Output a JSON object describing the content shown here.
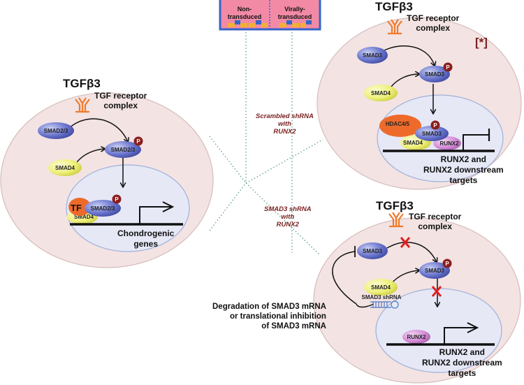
{
  "well": {
    "left_label_line1": "Non-",
    "left_label_line2": "transduced",
    "right_label_line1": "Virally-",
    "right_label_line2": "transduced"
  },
  "left_cell": {
    "ligand": "TGFβ3",
    "receptor_line1": "TGF receptor",
    "receptor_line2": "complex",
    "smad23": "SMAD2/3",
    "smad23_p": "SMAD2/3",
    "smad4": "SMAD4",
    "tf": "TF",
    "smad23_nuc": "SMAD2/3",
    "smad4_nuc": "SMAD4",
    "gene_line1": "Chondrogenic",
    "gene_line2": "genes"
  },
  "condition_top": {
    "line1": "Scrambled shRNA",
    "line2": "with",
    "line3": "RUNX2"
  },
  "condition_bottom": {
    "line1": "SMAD3 shRNA",
    "line2": "with",
    "line3": "RUNX2"
  },
  "top_cell": {
    "ligand": "TGFβ3",
    "receptor_line1": "TGF receptor",
    "receptor_line2": "complex",
    "star": "[*]",
    "smad3": "SMAD3",
    "smad3_p": "SMAD3",
    "smad4": "SMAD4",
    "hdac": "HDAC4/5",
    "smad3_nuc": "SMAD3",
    "smad4_nuc": "SMAD4",
    "runx2_nuc": "RUNX2",
    "gene_line1": "RUNX2 and",
    "gene_line2": "RUNX2 downstream",
    "gene_line3": "targets"
  },
  "bottom_cell": {
    "ligand": "TGFβ3",
    "receptor_line1": "TGF receptor",
    "receptor_line2": "complex",
    "smad3": "SMAD3",
    "smad3_p": "SMAD3",
    "smad4": "SMAD4",
    "shrna": "SMAD3 shRNA",
    "runx2_nuc": "RUNX2",
    "gene_line1": "RUNX2 and",
    "gene_line2": "RUNX2 downstream",
    "gene_line3": "targets",
    "degradation_line1": "Degradation of SMAD3 mRNA",
    "degradation_line2": "or translational inhibition",
    "degradation_line3": "of SMAD3 mRNA"
  },
  "phospho_label": "P",
  "colors": {
    "cell_fill": "#f3e3e3",
    "nucleus_fill": "#e6e8f6",
    "smad3_fill": "#6f7ad0",
    "smad4_fill": "#eef07a",
    "tf_fill": "#ee6a2a",
    "runx2_fill": "#d58ed8",
    "phospho_fill": "#8b1d1d",
    "receptor": "#f07b2c",
    "block_x": "#e02020",
    "well_fill": "#f28aa6",
    "well_frame": "#3465c7"
  }
}
